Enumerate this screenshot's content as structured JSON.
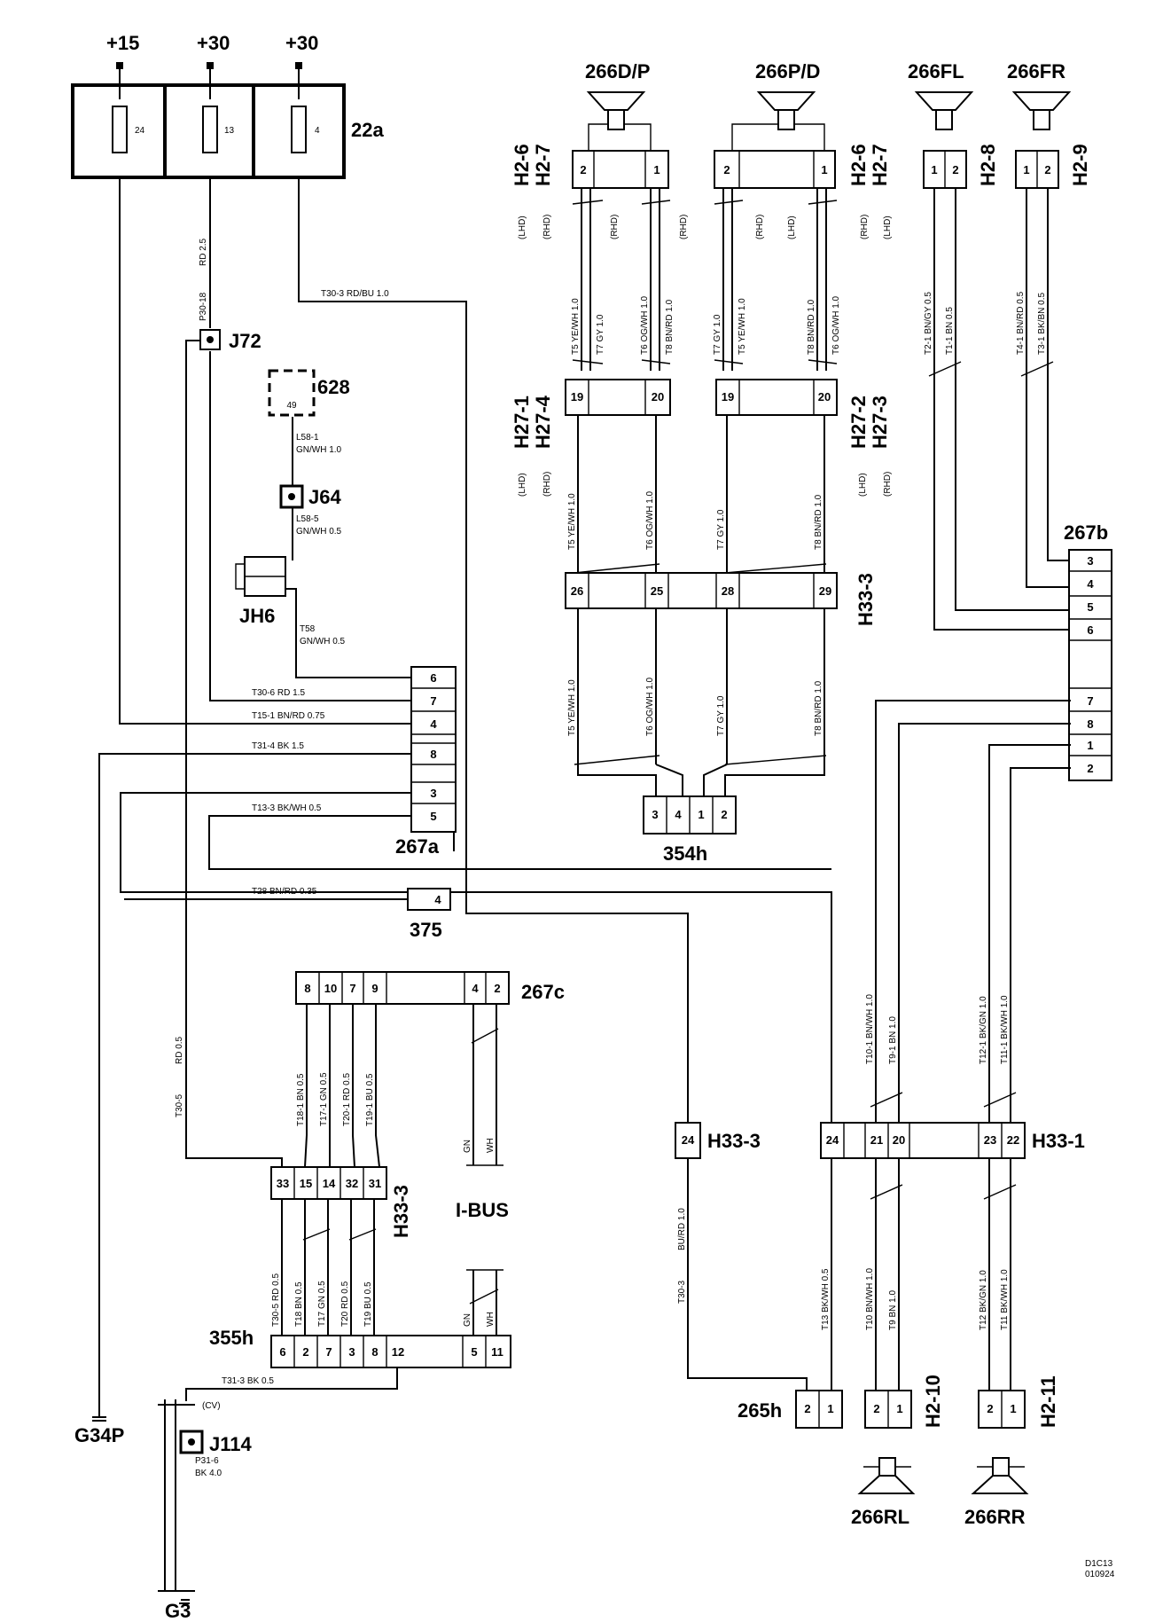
{
  "supply": {
    "p15": "+15",
    "p30a": "+30",
    "p30b": "+30"
  },
  "fusebox": {
    "label": "22a",
    "fuses": [
      "24",
      "13",
      "4"
    ]
  },
  "components": {
    "j72": "J72",
    "c628": "628",
    "c628_pin": "49",
    "j64": "J64",
    "jh6": "JH6",
    "c267a": "267a",
    "c375": "375",
    "c267c": "267c",
    "ibus": "I-BUS",
    "c355h": "355h",
    "j114": "J114",
    "g34p": "G34P",
    "g3": "G3",
    "cv": "(CV)",
    "c354h": "354h",
    "c267b": "267b",
    "h33_3_single": "H33-3",
    "h33_1": "H33-1",
    "h33_3_mid": "H33-3",
    "h33_3_left": "H33-3",
    "c265h": "265h",
    "h2_10": "H2-10",
    "h2_11": "H2-11",
    "h2_8": "H2-8",
    "h2_9": "H2-9",
    "h27_1": "H27-1",
    "h27_4": "H27-4",
    "h27_2": "H27-2",
    "h27_3": "H27-3",
    "h2_6a": "H2-6",
    "h2_7a": "H2-7",
    "h2_6b": "H2-6",
    "h2_7b": "H2-7"
  },
  "speakers": {
    "dp": "266D/P",
    "pd": "266P/D",
    "fl": "266FL",
    "fr": "266FR",
    "rl": "266RL",
    "rr": "266RR"
  },
  "wires": {
    "p30_18": "P30-18",
    "rd25": "RD   2.5",
    "t30_3": "T30-3   RD/BU      1.0",
    "l58_1": "L58-1",
    "gnwh10": "GN/WH      1.0",
    "l58_5": "L58-5",
    "gnwh05a": "GN/WH      0.5",
    "t58": "T58",
    "gnwh05b": "GN/WH      0.5",
    "t30_6": "T30-6    RD    1.5",
    "t15_1": "T15-1    BN/RD    0.75",
    "t31_4": "T31-4    BK    1.5",
    "t13_3": "T13-3    BK/WH    0.5",
    "t28": "T28     BN/RD   0.35",
    "t30_5": "T30-5",
    "rd05": "RD    0.5",
    "t31_3": "T31-3    BK    0.5",
    "p31_6": "P31-6",
    "bk40": "BK  4.0",
    "t30_3b": "T30-3",
    "burd10": "BU/RD   1.0"
  },
  "pins": {
    "c267a": [
      "6",
      "7",
      "4",
      "8",
      "3",
      "5"
    ],
    "c375": [
      "4"
    ],
    "c267c": [
      "8",
      "10",
      "7",
      "9",
      "4",
      "2"
    ],
    "h33_3_left": [
      "33",
      "15",
      "14",
      "32",
      "31"
    ],
    "c355h": [
      "6",
      "2",
      "7",
      "3",
      "8",
      "12",
      "5",
      "11"
    ],
    "h33_3_mid": [
      "26",
      "25",
      "28",
      "29"
    ],
    "c354h": [
      "3",
      "4",
      "1",
      "2"
    ],
    "h27a": [
      "19",
      "20"
    ],
    "h27b": [
      "19",
      "20"
    ],
    "h26a": [
      "2",
      "1"
    ],
    "h26b": [
      "2",
      "1"
    ],
    "h28": [
      "1",
      "2"
    ],
    "h29": [
      "1",
      "2"
    ],
    "c267b": [
      "3",
      "4",
      "5",
      "6",
      "7",
      "8",
      "1",
      "2"
    ],
    "h33_1": [
      "24",
      "21",
      "20",
      "23",
      "22"
    ],
    "h33_3_single": [
      "24"
    ],
    "c265h": [
      "2",
      "1"
    ],
    "h2_10": [
      "2",
      "1"
    ],
    "h2_11": [
      "2",
      "1"
    ]
  },
  "labels_vertical": {
    "lhd": "(LHD)",
    "rhd": "(RHD)",
    "c1": "T5  YE/WH  1.0",
    "c2": "T7  GY  1.0",
    "c3": "T6  OG/WH  1.0",
    "c4": "T8  BN/RD  1.0",
    "m1": "T5  YE/WH  1.0",
    "m2": "T6  OG/WH  1.0",
    "m3": "T7  GY  1.0",
    "m4": "T8  BN/RD  1.0",
    "f1": "T2-1  BN/GY  0.5",
    "f2": "T1-1  BN  0.5",
    "f3": "T4-1  BN/RD  0.5",
    "f4": "T3-1  BK/BN  0.5",
    "r1": "T10-1  BN/WH  1.0",
    "r2": "T9-1  BN  1.0",
    "r3": "T12-1  BK/GN  1.0",
    "r4": "T11-1  BK/WH  1.0",
    "b1": "T13  BK/WH  0.5",
    "b2": "T10  BN/WH  1.0",
    "b3": "T9  BN  1.0",
    "b4": "T12  BK/GN  1.0",
    "b5": "T11  BK/WH  1.0",
    "ca1": "T18-1  BN  0.5",
    "ca2": "T17-1  GN  0.5",
    "ca3": "T20-1  RD  0.5",
    "ca4": "T19-1  BU  0.5",
    "cb1": "T30-5  RD  0.5",
    "cb2": "T18  BN  0.5",
    "cb3": "T17  GN  0.5",
    "cb4": "T20  RD  0.5",
    "cb5": "T19  BU  0.5",
    "gn": "GN",
    "wh": "WH"
  },
  "footer": {
    "code": "D1C13",
    "date": "010924"
  }
}
